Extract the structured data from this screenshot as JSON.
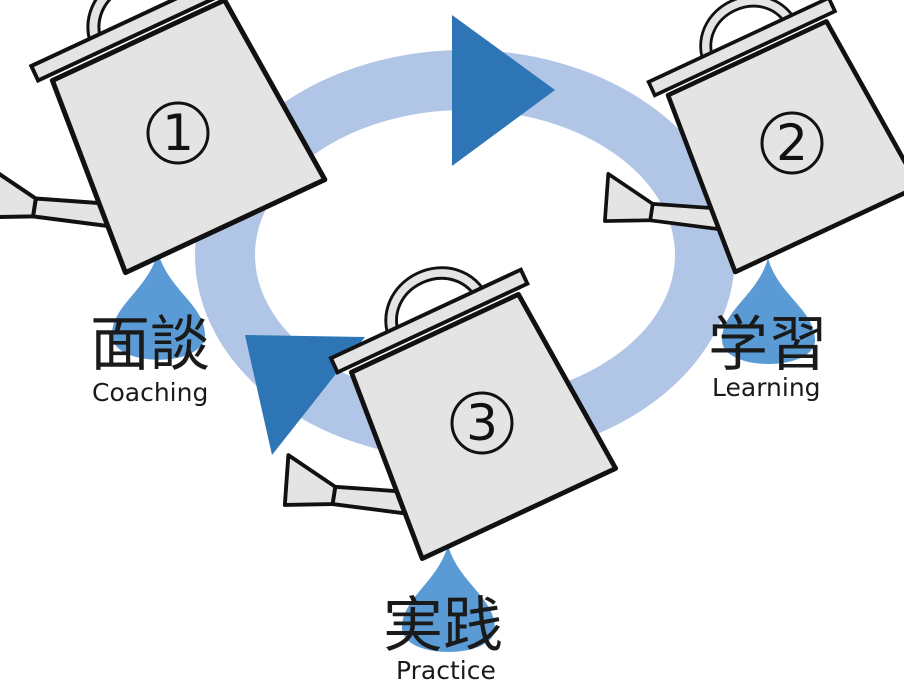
{
  "steps": [
    {
      "number": "1",
      "label_jp": "面談",
      "label_en": "Coaching"
    },
    {
      "number": "2",
      "label_jp": "学習",
      "label_en": "Learning"
    },
    {
      "number": "3",
      "label_jp": "実践",
      "label_en": "Practice"
    }
  ],
  "colors": {
    "cycle_ring": "#b1c5e7",
    "arrow": "#2e75b6",
    "drop": "#5b9bd5",
    "can_fill": "#e4e4e4",
    "can_stroke": "#111111"
  }
}
